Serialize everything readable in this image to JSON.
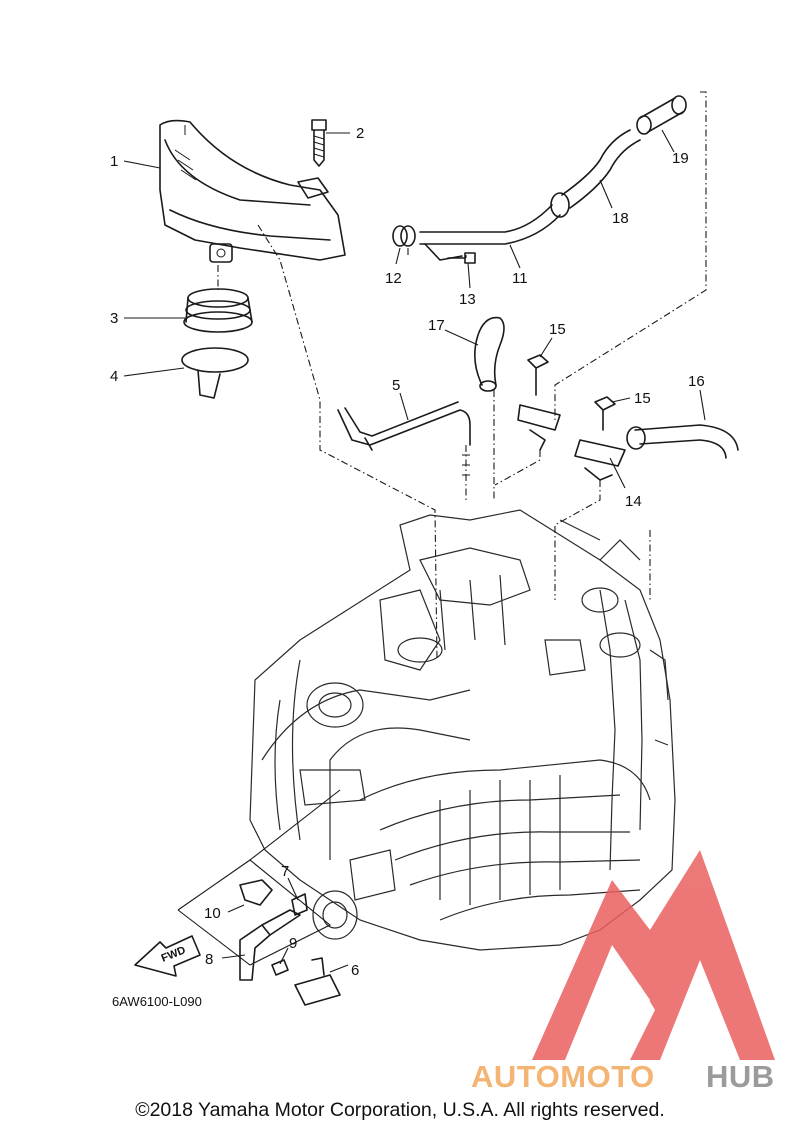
{
  "diagram": {
    "part_labels": [
      "1",
      "2",
      "3",
      "4",
      "5",
      "6",
      "7",
      "8",
      "9",
      "10",
      "11",
      "12",
      "13",
      "14",
      "15",
      "15",
      "16",
      "17",
      "18",
      "19"
    ],
    "drawing_code": "6AW6100-L090",
    "forward_arrow_label": "FWD"
  },
  "watermark": {
    "brand_part1": "AUTOMOTO",
    "brand_part2": "HUB",
    "color_part1": "#f2a85c",
    "color_part2": "#8a8a8a",
    "emblem_color": "#e9605f"
  },
  "footer": {
    "copyright": "©2018 Yamaha Motor Corporation, U.S.A. All rights reserved."
  }
}
